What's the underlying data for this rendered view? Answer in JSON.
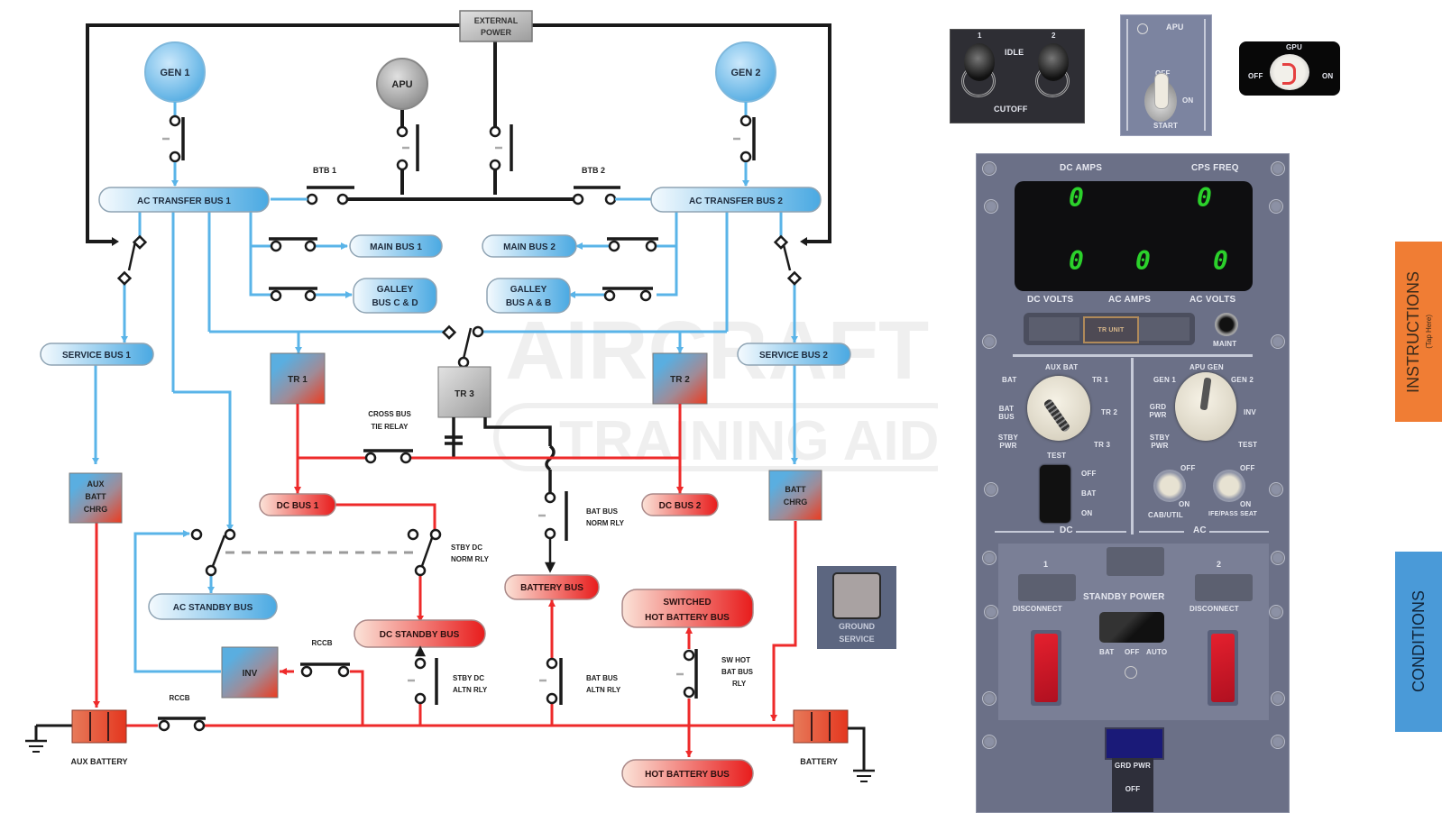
{
  "watermark": {
    "line1": "AIRCRAFT",
    "line2": "TRAINING AIDS"
  },
  "diagram": {
    "sources": {
      "external_power": [
        "EXTERNAL",
        "POWER"
      ],
      "gen1": "GEN 1",
      "apu": "APU",
      "gen2": "GEN 2"
    },
    "breakers": {
      "btb1": "BTB 1",
      "btb2": "BTB 2",
      "cross_bus_tie": [
        "CROSS BUS",
        "TIE RELAY"
      ],
      "rccb_inv": "RCCB",
      "rccb_aux": "RCCB"
    },
    "buses": {
      "ac_transfer_1": "AC TRANSFER BUS 1",
      "ac_transfer_2": "AC TRANSFER BUS 2",
      "main_bus_1": "MAIN BUS 1",
      "main_bus_2": "MAIN BUS 2",
      "galley_cd": [
        "GALLEY",
        "BUS C & D"
      ],
      "galley_ab": [
        "GALLEY",
        "BUS A & B"
      ],
      "service_1": "SERVICE BUS 1",
      "service_2": "SERVICE BUS 2",
      "dc_bus_1": "DC BUS 1",
      "dc_bus_2": "DC BUS 2",
      "ac_standby": "AC STANDBY BUS",
      "dc_standby": "DC STANDBY BUS",
      "battery_bus": "BATTERY BUS",
      "switched_hot": [
        "SWITCHED",
        "HOT BATTERY BUS"
      ],
      "hot_battery": "HOT BATTERY BUS"
    },
    "units": {
      "tr1": "TR 1",
      "tr2": "TR 2",
      "tr3": "TR 3",
      "aux_batt_chrg": [
        "AUX",
        "BATT",
        "CHRG"
      ],
      "batt_chrg": [
        "BATT",
        "CHRG"
      ],
      "inv": "INV",
      "aux_battery": "AUX BATTERY",
      "battery": "BATTERY"
    },
    "relays": {
      "stby_dc_norm": [
        "STBY DC",
        "NORM RLY"
      ],
      "stby_dc_altn": [
        "STBY DC",
        "ALTN RLY"
      ],
      "bat_bus_norm": [
        "BAT BUS",
        "NORM RLY"
      ],
      "bat_bus_altn": [
        "BAT BUS",
        "ALTN RLY"
      ],
      "sw_hot_bat": [
        "SW HOT",
        "BAT BUS",
        "RLY"
      ]
    },
    "ground_service": [
      "GROUND",
      "SERVICE"
    ]
  },
  "colors": {
    "ac": "#5ab4e8",
    "dc": "#ee2a2a",
    "wire_black": "#1a1a1a",
    "panel": "#6b7087",
    "instructions_tab": "#f07d34",
    "conditions_tab": "#4a9ad8",
    "digit_green": "#2bd12b"
  },
  "engine_start": {
    "label_1": "1",
    "label_2": "2",
    "idle": "IDLE",
    "cutoff": "CUTOFF"
  },
  "apu_switch": {
    "title": "APU",
    "off": "OFF",
    "on": "ON",
    "start": "START"
  },
  "gpu_switch": {
    "title": "GPU",
    "off": "OFF",
    "on": "ON"
  },
  "meters": {
    "dc_amps_label": "DC AMPS",
    "cps_freq_label": "CPS FREQ",
    "dc_volts_label": "DC VOLTS",
    "ac_amps_label": "AC AMPS",
    "ac_volts_label": "AC VOLTS",
    "dc_amps": "0",
    "cps_freq": "0",
    "dc_volts": "0",
    "ac_amps": "0",
    "ac_volts": "0",
    "tr_unit": "TR UNIT",
    "maint": "MAINT"
  },
  "dc_selector": {
    "options": [
      "STBY PWR",
      "BAT BUS",
      "BAT",
      "AUX BAT",
      "TR 1",
      "TR 2",
      "TR 3",
      "TEST"
    ],
    "section": "DC",
    "galley": [
      "OFF",
      "BAT",
      "ON"
    ]
  },
  "ac_selector": {
    "options": [
      "STBY PWR",
      "GRD PWR",
      "GEN 1",
      "APU GEN",
      "GEN 2",
      "INV",
      "TEST"
    ],
    "section": "AC",
    "cab_util": {
      "label": "CAB/UTIL",
      "off": "OFF",
      "on": "ON"
    },
    "ife_pass": {
      "label": "IFE/PASS SEAT",
      "off": "OFF",
      "on": "ON"
    }
  },
  "standby_power": {
    "title": "STANDBY POWER",
    "disconnect_1": "1",
    "disconnect_2": "2",
    "disconnect_label": "DISCONNECT",
    "positions": [
      "BAT",
      "OFF",
      "AUTO"
    ]
  },
  "grd_pwr": {
    "on": "GRD PWR",
    "off": "OFF"
  },
  "tabs": {
    "instructions": "INSTRUCTIONS",
    "instructions_sub": "(Tap Here)",
    "conditions": "CONDITIONS"
  }
}
